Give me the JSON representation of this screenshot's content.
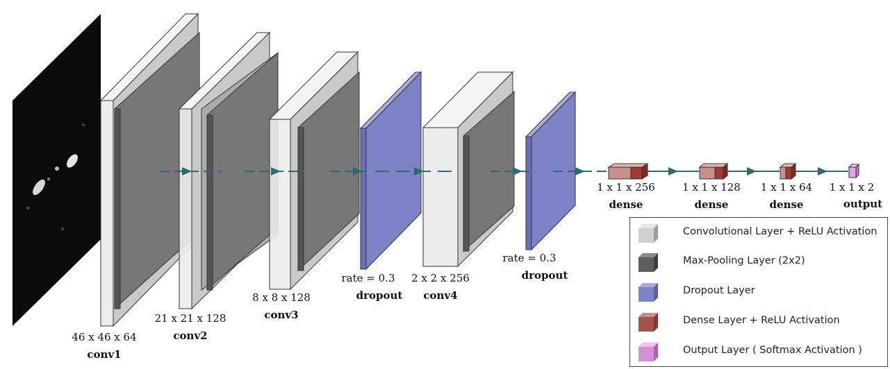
{
  "layers": [
    {
      "dims": "46 x 46 x 64",
      "name": "conv1"
    },
    {
      "dims": "21 x 21 x 128",
      "name": "conv2"
    },
    {
      "dims": "8 x 8 x 128",
      "name": "conv3"
    },
    {
      "rate": "rate = 0.3",
      "name": "dropout"
    },
    {
      "dims": "2 x 2 x 256",
      "name": "conv4"
    },
    {
      "rate": "rate = 0.3",
      "name": "dropout"
    },
    {
      "dims": "1 x 1 x 256",
      "name": "dense"
    },
    {
      "dims": "1 x 1 x 128",
      "name": "dense"
    },
    {
      "dims": "1 x 1 x 64",
      "name": "dense"
    },
    {
      "dims": "1 x 1 x 2",
      "name": "output"
    }
  ],
  "legend": [
    {
      "label": "Convolutional Layer + ReLU Activation",
      "color": "#bdbdbd"
    },
    {
      "label": "Max-Pooling Layer (2x2)",
      "color": "#5e5e5e"
    },
    {
      "label": "Dropout Layer",
      "color": "#7e83c8"
    },
    {
      "label": "Dense Layer + ReLU Activation",
      "color": "#a5534a"
    },
    {
      "label": "Output Layer ( Softmax Activation )",
      "color": "#d68ed6"
    }
  ],
  "colors": {
    "conv": "#ececec",
    "conv_side": "#bdbdbd",
    "pool": "#6e6e6e",
    "dropout": "#7e83c8",
    "dense": "#c98f8a",
    "dense_dark": "#9e3a32",
    "output": "#e2a6e2",
    "arrow": "#2e6b6b"
  }
}
